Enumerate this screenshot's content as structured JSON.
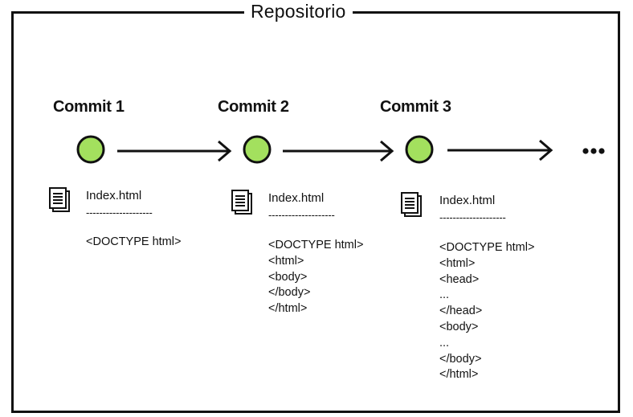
{
  "diagram": {
    "title": "Repositorio",
    "continuation": "•••",
    "commits": [
      {
        "label": "Commit 1",
        "file": {
          "name": "Index.html",
          "separator": "--------------------",
          "lines": [
            "<DOCTYPE html>"
          ]
        }
      },
      {
        "label": "Commit 2",
        "file": {
          "name": "Index.html",
          "separator": "--------------------",
          "lines": [
            "<DOCTYPE html>",
            "<html>",
            "<body>",
            "</body>",
            "</html>"
          ]
        }
      },
      {
        "label": "Commit 3",
        "file": {
          "name": "Index.html",
          "separator": "--------------------",
          "lines": [
            "<DOCTYPE html>",
            "<html>",
            "<head>",
            "...",
            "</head>",
            "<body>",
            "...",
            "</body>",
            "</html>"
          ]
        }
      }
    ],
    "colors": {
      "node_fill": "#a3e05e",
      "stroke": "#111111",
      "background": "#ffffff"
    },
    "icons": {
      "node": "commit-node",
      "file": "document-icon",
      "arrow": "arrow-right"
    }
  }
}
